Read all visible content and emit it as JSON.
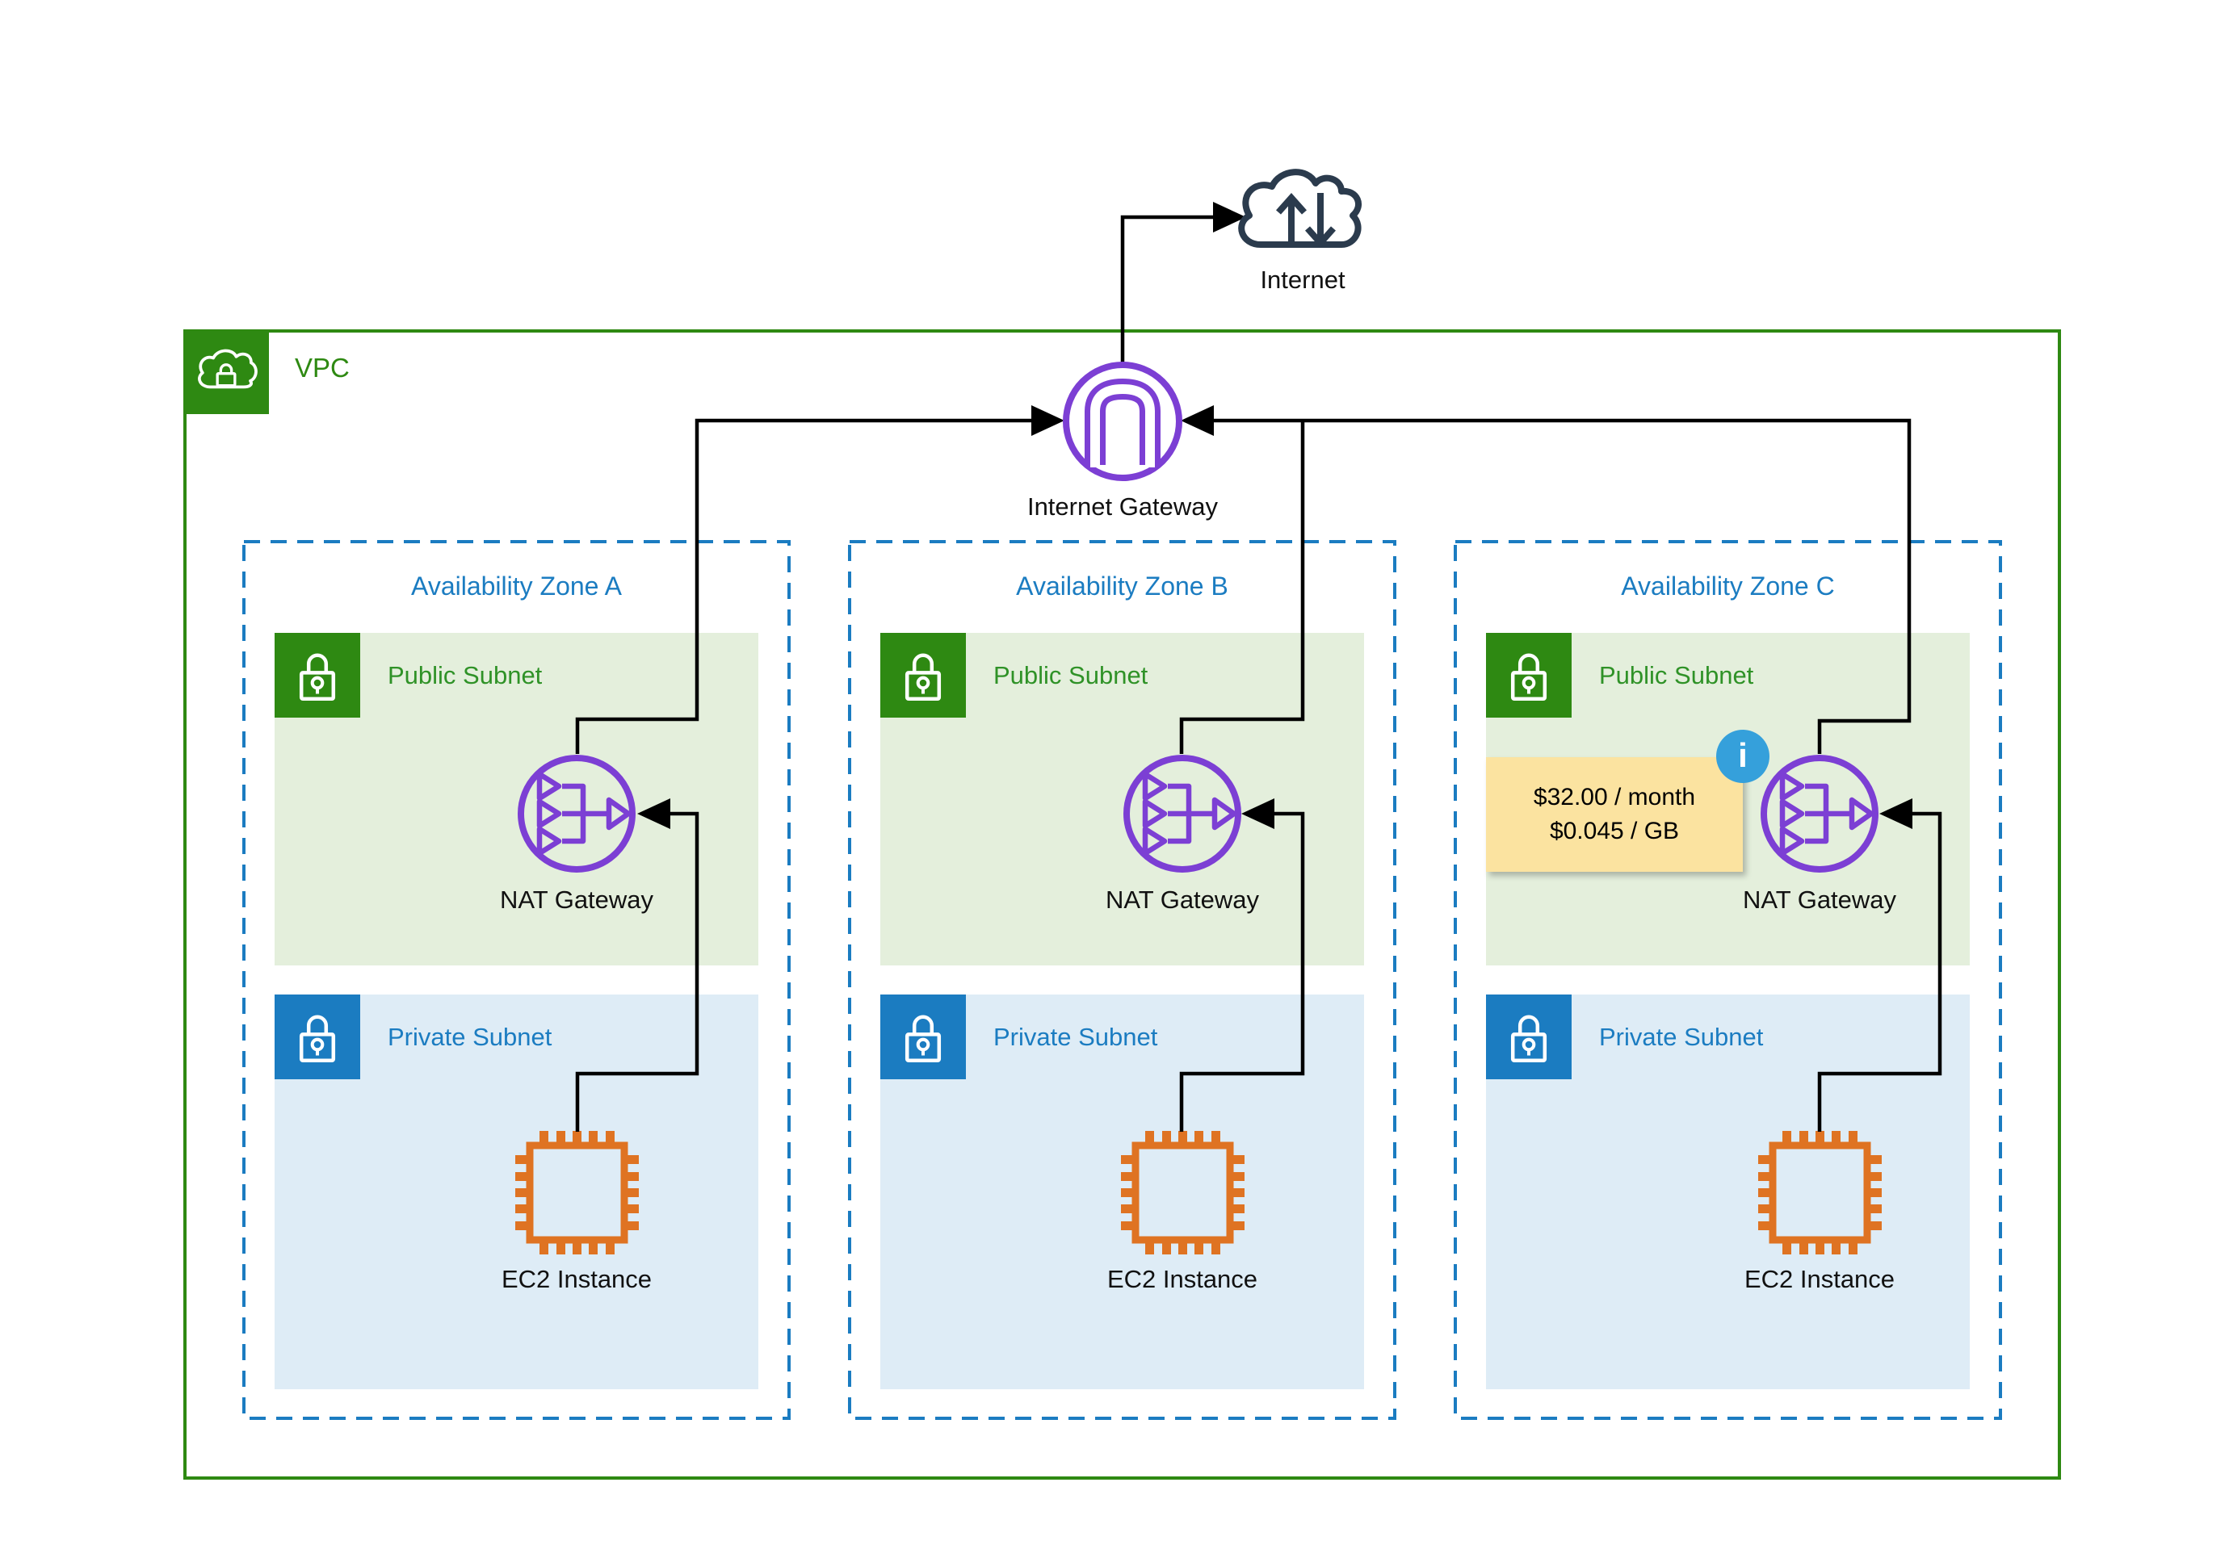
{
  "internet": {
    "label": "Internet"
  },
  "vpc": {
    "label": "VPC"
  },
  "internet_gateway": {
    "label": "Internet Gateway"
  },
  "zones": [
    {
      "title": "Availability Zone A",
      "public_label": "Public Subnet",
      "nat_label": "NAT Gateway",
      "private_label": "Private Subnet",
      "ec2_label": "EC2 Instance"
    },
    {
      "title": "Availability Zone B",
      "public_label": "Public Subnet",
      "nat_label": "NAT Gateway",
      "private_label": "Private Subnet",
      "ec2_label": "EC2 Instance"
    },
    {
      "title": "Availability Zone C",
      "public_label": "Public Subnet",
      "nat_label": "NAT Gateway",
      "private_label": "Private Subnet",
      "ec2_label": "EC2 Instance"
    }
  ],
  "note": {
    "line1": "$32.00 / month",
    "line2": "$0.045 / GB",
    "info_glyph": "i"
  },
  "colors": {
    "green": "#2E8912",
    "green_text": "#2F9227",
    "light_green": "#E4EFDC",
    "blue": "#1B7CC1",
    "light_blue": "#DEECF6",
    "purple": "#7C3FD4",
    "orange": "#DF7322",
    "navy": "#2B3B4D",
    "note_bg": "#FBE3A0",
    "info_bg": "#35A0DB",
    "line": "#000000"
  }
}
